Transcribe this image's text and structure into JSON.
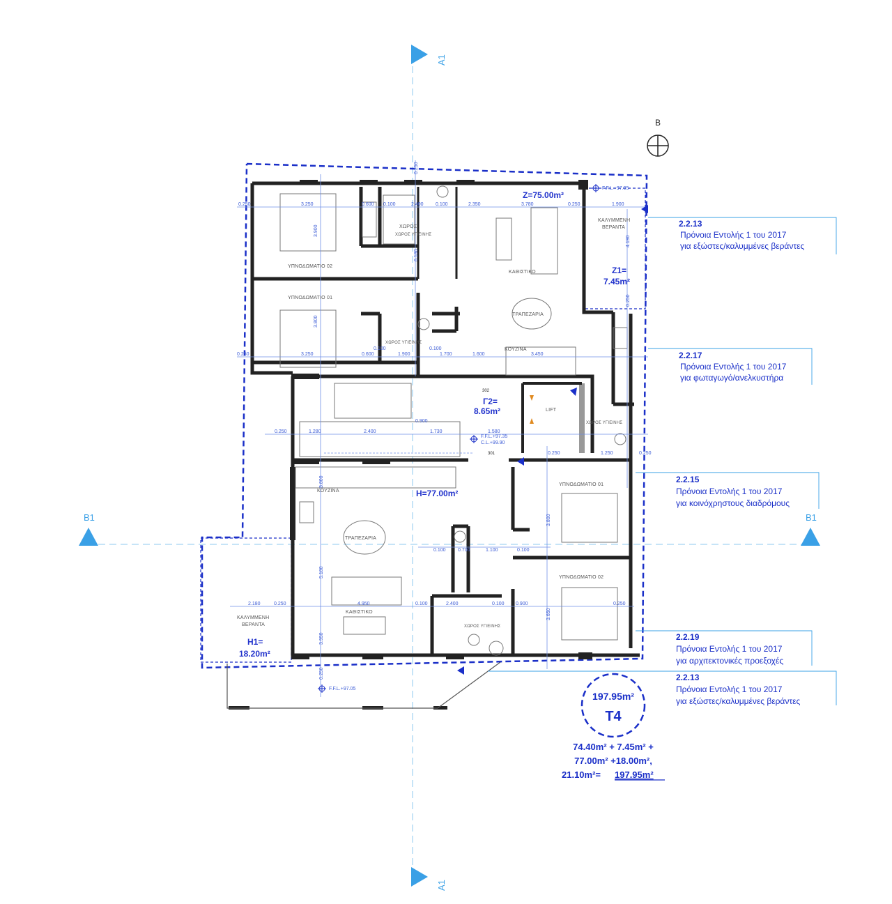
{
  "axes": {
    "a1_top": "A1",
    "a1_bottom": "A1",
    "b1_left": "B1",
    "b1_right": "B1"
  },
  "north": {
    "label": "B"
  },
  "areas": {
    "z": "Z=75.00m²",
    "z1_line1": "Z1=",
    "z1_line2": "7.45m²",
    "g2_line1": "Γ2=",
    "g2_line2": "8.65m²",
    "h": "H=77.00m²",
    "h1_line1": "H1=",
    "h1_line2": "18.20m²"
  },
  "rooms": {
    "bed02_upper": "ΥΠΝΟΔΩΜΑΤΙΟ 02",
    "bed01_upper": "ΥΠΝΟΔΩΜΑΤΙΟ 01",
    "bath_upper1": "ΧΩΡΟΣ ΥΓΙΕΙΝΗΣ",
    "bath_upper2": "ΧΩΡΟΣ ΥΓΙΕΙΝΗΣ",
    "living_upper": "ΚΑΘΙΣΤΙΚΟ",
    "dining_upper": "ΤΡΑΠΕΖΑΡΙΑ",
    "kitchen_upper": "ΚΟΥΖΙΝΑ",
    "veranda_upper_l1": "ΚΑΛΥΜΜΕΝΗ",
    "veranda_upper_l2": "ΒΕΡΑΝΤΑ",
    "lift": "LIFT",
    "bath_mid": "ΧΩΡΟΣ ΥΓΙΕΙΝΗΣ",
    "kitchen_lower": "ΚΟΥΖΙΝΑ",
    "dining_lower": "ΤΡΑΠΕΖΑΡΙΑ",
    "living_lower": "ΚΑΘΙΣΤΙΚΟ",
    "bath_lower": "ΧΩΡΟΣ ΥΓΙΕΙΝΗΣ",
    "bed01_lower": "ΥΠΝΟΔΩΜΑΤΙΟ 01",
    "bed02_lower": "ΥΠΝΟΔΩΜΑΤΙΟ 02",
    "veranda_lower_l1": "ΚΑΛΥΜΜΕΝΗ",
    "veranda_lower_l2": "ΒΕΡΑΝΤΑ"
  },
  "levels": {
    "ffl_top": "F.F.L.+97.05",
    "ffl_bottom": "F.F.L.+97.05",
    "cl_1": "F.F.L.+97.35",
    "cl_2": "C.L.+99.90",
    "step_up": "302",
    "step_down": "301"
  },
  "dims": {
    "d1": "0.250",
    "d2": "3.250",
    "d3": "0.600",
    "d4": "0.100",
    "d5": "2.400",
    "d6": "0.100",
    "d7": "2.350",
    "d8": "3.780",
    "d9": "0.250",
    "d10": "1.900",
    "d11": "3.900",
    "d12": "3.800",
    "d13": "0.250",
    "d14": "3.250",
    "d15": "0.600",
    "d16": "0.100",
    "d17": "1.900",
    "d18": "0.100",
    "d19": "1.700",
    "d20": "1.600",
    "d21": "3.450",
    "d22": "0.250",
    "d23": "1.280",
    "d24": "2.400",
    "d25": "0.900",
    "d26": "1.730",
    "d27": "1.580",
    "d28": "0.250",
    "d29": "1.250",
    "d30": "0.250",
    "d31": "2.180",
    "d32": "0.250",
    "d33": "4.950",
    "d34": "0.100",
    "d35": "2.400",
    "d36": "0.100",
    "d37": "0.900",
    "d38": "0.250",
    "d39": "0.100",
    "d40": "0.700",
    "d41": "1.100",
    "d42": "0.100",
    "d43": "3.800",
    "d44": "3.650",
    "d45": "5.180",
    "d46": "3.950",
    "d47": "0.250",
    "d48": "0.250",
    "d49": "6.180",
    "d50": "4.190",
    "d51": "0.250",
    "d52": "3.800"
  },
  "notes": [
    {
      "ref": "2.2.13",
      "line1": "Πρόνοια Εντολής 1 του 2017",
      "line2": "για εξώστες/καλυμμένες βεράντες"
    },
    {
      "ref": "2.2.17",
      "line1": "Πρόνοια Εντολής 1 του 2017",
      "line2": "για φωταγωγό/ανελκυστήρα"
    },
    {
      "ref": "2.2.15",
      "line1": "Πρόνοια Εντολής 1 του 2017",
      "line2": "για κοινόχρηστους διαδρόμους"
    },
    {
      "ref": "2.2.19",
      "line1": "Πρόνοια Εντολής 1 του 2017",
      "line2": "για αρχιτεκτονικές προεξοχές"
    },
    {
      "ref": "2.2.13",
      "line1": "Πρόνοια Εντολής 1 του 2017",
      "line2": "για εξώστες/καλυμμένες βεράντες"
    }
  ],
  "unit_badge": {
    "area": "197.95m²",
    "code": "T4"
  },
  "sum": {
    "line1": "74.40m² + 7.45m² +",
    "line2": "77.00m² +18.00m²,",
    "line3_a": "21.10m²=",
    "line3_b": "197.95m²"
  },
  "colors": {
    "boundary": "#1a2fc8",
    "axis": "#3aa0e6",
    "wall": "#222222",
    "dimension": "#3b5bd6"
  }
}
